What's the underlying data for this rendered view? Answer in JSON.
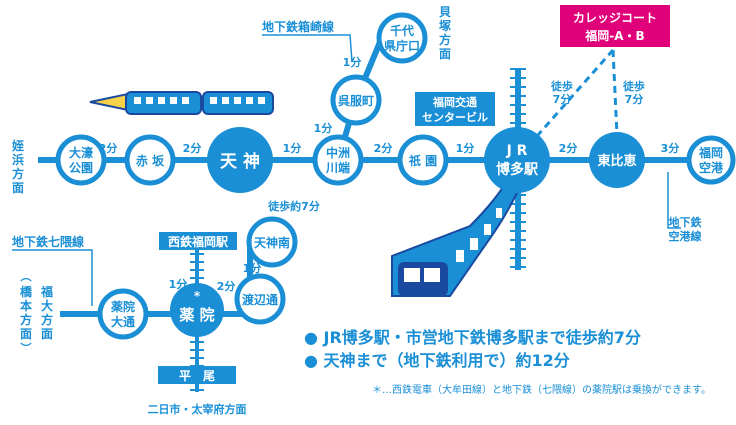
{
  "colors": {
    "line": "#1a8fd6",
    "text": "#1a8fd6",
    "badge_bg": "#e0007a",
    "white": "#ffffff",
    "dark": "#1a4aa0"
  },
  "stations": {
    "ohori_koen": [
      "大濠",
      "公園"
    ],
    "akasaka": "赤 坂",
    "tenjin": "天 神",
    "nakasu": [
      "中洲",
      "川端"
    ],
    "gion": "祇 園",
    "hakata": [
      "J R",
      "博多駅"
    ],
    "higashi_hie": "東比恵",
    "fukuoka_airport": [
      "福岡",
      "空港"
    ],
    "gofukumachi": "呉服町",
    "chiyo": [
      "千代",
      "県庁口"
    ],
    "tenjin_minami": "天神南",
    "watanabe_dori": "渡辺通",
    "yakuin": "薬 院",
    "yakuin_star": "*",
    "yakuin_odori": [
      "薬院",
      "大通"
    ],
    "nishitetsu_fukuoka": "西鉄福岡駅",
    "hirao": "平　尾"
  },
  "times": {
    "ohori_akasaka": "2分",
    "akasaka_tenjin": "2分",
    "tenjin_nakasu": "1分",
    "nakasu_gion": "2分",
    "gion_hakata": "1分",
    "hakata_higashi": "2分",
    "higashi_airport": "3分",
    "nakasu_gofuku": "1分",
    "gofuku_chiyo": "1分",
    "tenjinminami_watanabe": "1分",
    "watanabe_yakuin": "2分",
    "nishitetsu_yakuin": "1分"
  },
  "labels": {
    "meinohama": [
      "姪",
      "浜",
      "方",
      "面"
    ],
    "kaizuka": [
      "貝",
      "塚",
      "方",
      "面"
    ],
    "hakozaki_line": "地下鉄箱崎線",
    "nanakuma_line": "地下鉄七隈線",
    "airport_line": [
      "地下鉄",
      "空港線"
    ],
    "bus_center": [
      "福岡交通",
      "センタービル"
    ],
    "walk_tenjin": "徒歩約7分",
    "walk_a": [
      "徒歩",
      "7分"
    ],
    "walk_b": [
      "徒歩",
      "7分"
    ],
    "fukudai": [
      "福",
      "大",
      "方",
      "面"
    ],
    "hashimoto": [
      "橋",
      "本",
      "方",
      "面"
    ],
    "futsukaichi": "二日市・太宰府方面"
  },
  "badge": [
    "カレッジコート",
    "福岡-A・B"
  ],
  "notes": {
    "bullet1": "● JR博多駅・市営地下鉄博多駅まで徒歩約7分",
    "bullet2": "● 天神まで（地下鉄利用で）約12分",
    "footnote": "＊…西鉄電車（大牟田線）と地下鉄（七隈線）の薬院駅は乗換ができます。"
  }
}
